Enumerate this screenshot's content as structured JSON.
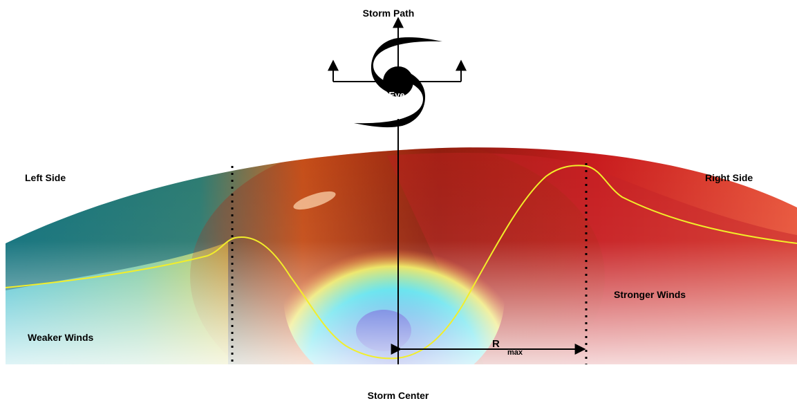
{
  "diagram": {
    "labels": {
      "storm_path": "Storm Path",
      "eye": "Eye",
      "left_side": "Left Side",
      "right_side": "Right Side",
      "stronger_winds": "Stronger Winds",
      "weaker_winds": "Weaker Winds",
      "rmax_main": "R",
      "rmax_sub": "max",
      "storm_center": "Storm Center"
    },
    "colors": {
      "profile_line": "#f2ee2a",
      "cold_teal": "#0c6e7c",
      "warm_red": "#b0141a",
      "eye_blue": "#0a3cd6"
    }
  }
}
